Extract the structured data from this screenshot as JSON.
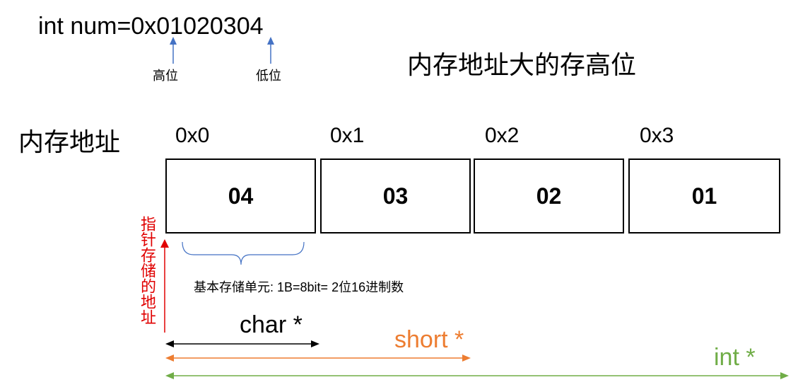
{
  "code_line": "int num=0x01020304",
  "high_label": "高位",
  "low_label": "低位",
  "title": "内存地址大的存高位",
  "memory_label": "内存地址",
  "addresses": [
    "0x0",
    "0x1",
    "0x2",
    "0x3"
  ],
  "cells": [
    "04",
    "03",
    "02",
    "01"
  ],
  "storage_unit_note": "基本存储单元: 1B=8bit= 2位16进制数",
  "pointer_address_label": "指针存储的地址",
  "pointers": {
    "char": "char *",
    "short": "short *",
    "int": "int *"
  },
  "colors": {
    "small_arrow": "#4472c4",
    "pointer_address": "#e00000",
    "char_arrow": "#000000",
    "short_arrow": "#ed7d31",
    "int_arrow": "#70ad47",
    "brace": "#4472c4"
  }
}
